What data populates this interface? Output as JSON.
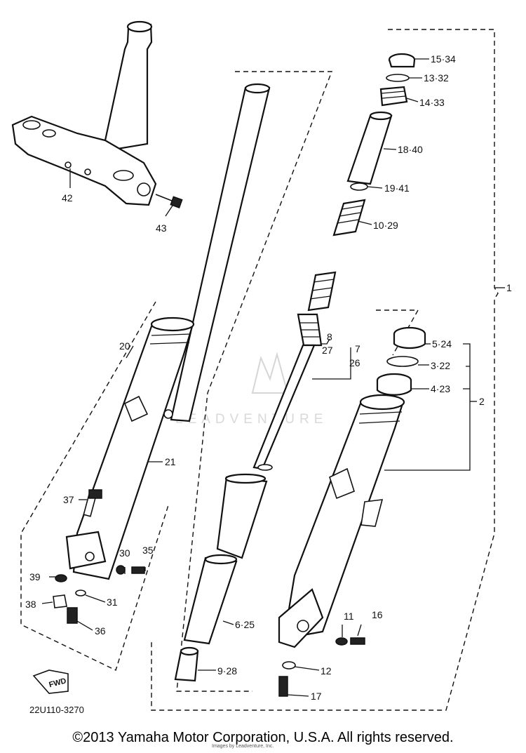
{
  "diagram": {
    "watermark": "LEADVENTURE",
    "drawing_code": "22U110-3270",
    "fwd_label": "FWD",
    "callouts": [
      {
        "id": "c15-34",
        "text": "15·34"
      },
      {
        "id": "c13-32",
        "text": "13·32"
      },
      {
        "id": "c14-33",
        "text": "14·33"
      },
      {
        "id": "c18-40",
        "text": "18·40"
      },
      {
        "id": "c19-41",
        "text": "19·41"
      },
      {
        "id": "c10-29",
        "text": "10·29"
      },
      {
        "id": "c1",
        "text": "1"
      },
      {
        "id": "c8",
        "text": "8"
      },
      {
        "id": "c27",
        "text": "27"
      },
      {
        "id": "c7",
        "text": "7"
      },
      {
        "id": "c26",
        "text": "26"
      },
      {
        "id": "c5-24",
        "text": "5·24"
      },
      {
        "id": "c3-22",
        "text": "3·22"
      },
      {
        "id": "c4-23",
        "text": "4·23"
      },
      {
        "id": "c2",
        "text": "2"
      },
      {
        "id": "c42",
        "text": "42"
      },
      {
        "id": "c43",
        "text": "43"
      },
      {
        "id": "c20",
        "text": "20"
      },
      {
        "id": "c21",
        "text": "21"
      },
      {
        "id": "c37",
        "text": "37"
      },
      {
        "id": "c30",
        "text": "30"
      },
      {
        "id": "c35",
        "text": "35"
      },
      {
        "id": "c39",
        "text": "39"
      },
      {
        "id": "c38",
        "text": "38"
      },
      {
        "id": "c31",
        "text": "31"
      },
      {
        "id": "c36",
        "text": "36"
      },
      {
        "id": "c6-25",
        "text": "6·25"
      },
      {
        "id": "c9-28",
        "text": "9·28"
      },
      {
        "id": "c11",
        "text": "11"
      },
      {
        "id": "c16",
        "text": "16"
      },
      {
        "id": "c12",
        "text": "12"
      },
      {
        "id": "c17",
        "text": "17"
      }
    ]
  },
  "footer": {
    "copyright": "©2013 Yamaha Motor Corporation, U.S.A. All rights reserved.",
    "source_note": "Images by Leadventure, Inc."
  }
}
